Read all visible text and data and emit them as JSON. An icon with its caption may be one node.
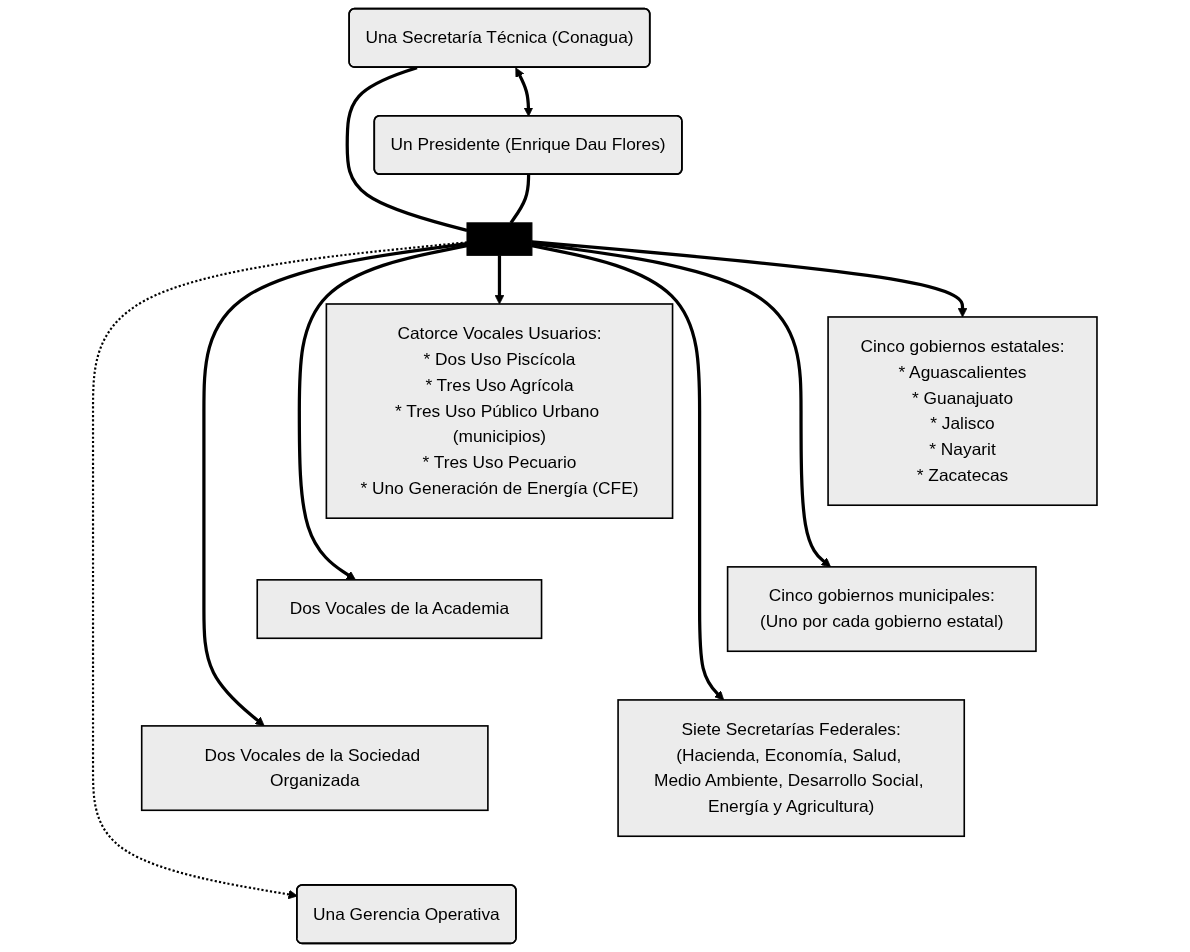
{
  "diagram": {
    "nodes": [
      {
        "text": [
          "Una Secretaría Técnica (Conagua)"
        ]
      },
      {
        "text": [
          "Un Presidente (Enrique Dau Flores)"
        ]
      },
      {
        "text": [
          "Cinco gobiernos estatales:",
          "* Aguascalientes",
          "* Guanajuato",
          "* Jalisco",
          "* Nayarit",
          "* Zacatecas"
        ]
      },
      {
        "text": [
          "Cinco gobiernos municipales:",
          "(Uno por cada gobierno estatal)"
        ]
      },
      {
        "text": [
          "Siete Secretarías Federales:",
          "(Hacienda, Economía, Salud, Medio Ambiente, Desarrollo Social, Energía y Agricultura)"
        ]
      },
      {
        "text": [
          "Catorce Vocales Usuarios:",
          "* Dos Uso Piscícola",
          "* Tres Uso Agrícola",
          "* Tres Uso Público Urbano (municipios)",
          "* Tres Uso Pecuario",
          "* Uno Generación de Energía (CFE)"
        ]
      },
      {
        "text": [
          "Dos Vocales de la Academia"
        ]
      },
      {
        "text": [
          "Dos Vocales de la Sociedad Organizada"
        ]
      },
      {
        "text": [
          "Una Gerencia Operativa"
        ]
      },
      {
        "text": [],
        "shape": "bar"
      }
    ],
    "edges": [
      {
        "from": 0,
        "to": 1,
        "arrow": "both"
      },
      {
        "from": 0,
        "to": 9,
        "arrow": "none"
      },
      {
        "from": 1,
        "to": 9,
        "arrow": "none"
      },
      {
        "from": 9,
        "to": 2,
        "arrow": "to"
      },
      {
        "from": 9,
        "to": 3,
        "arrow": "to"
      },
      {
        "from": 9,
        "to": 4,
        "arrow": "to"
      },
      {
        "from": 9,
        "to": 5,
        "arrow": "to"
      },
      {
        "from": 9,
        "to": 6,
        "arrow": "to"
      },
      {
        "from": 9,
        "to": 7,
        "arrow": "to"
      },
      {
        "from": 9,
        "to": 8,
        "arrow": "to",
        "style": "dashed"
      }
    ]
  }
}
